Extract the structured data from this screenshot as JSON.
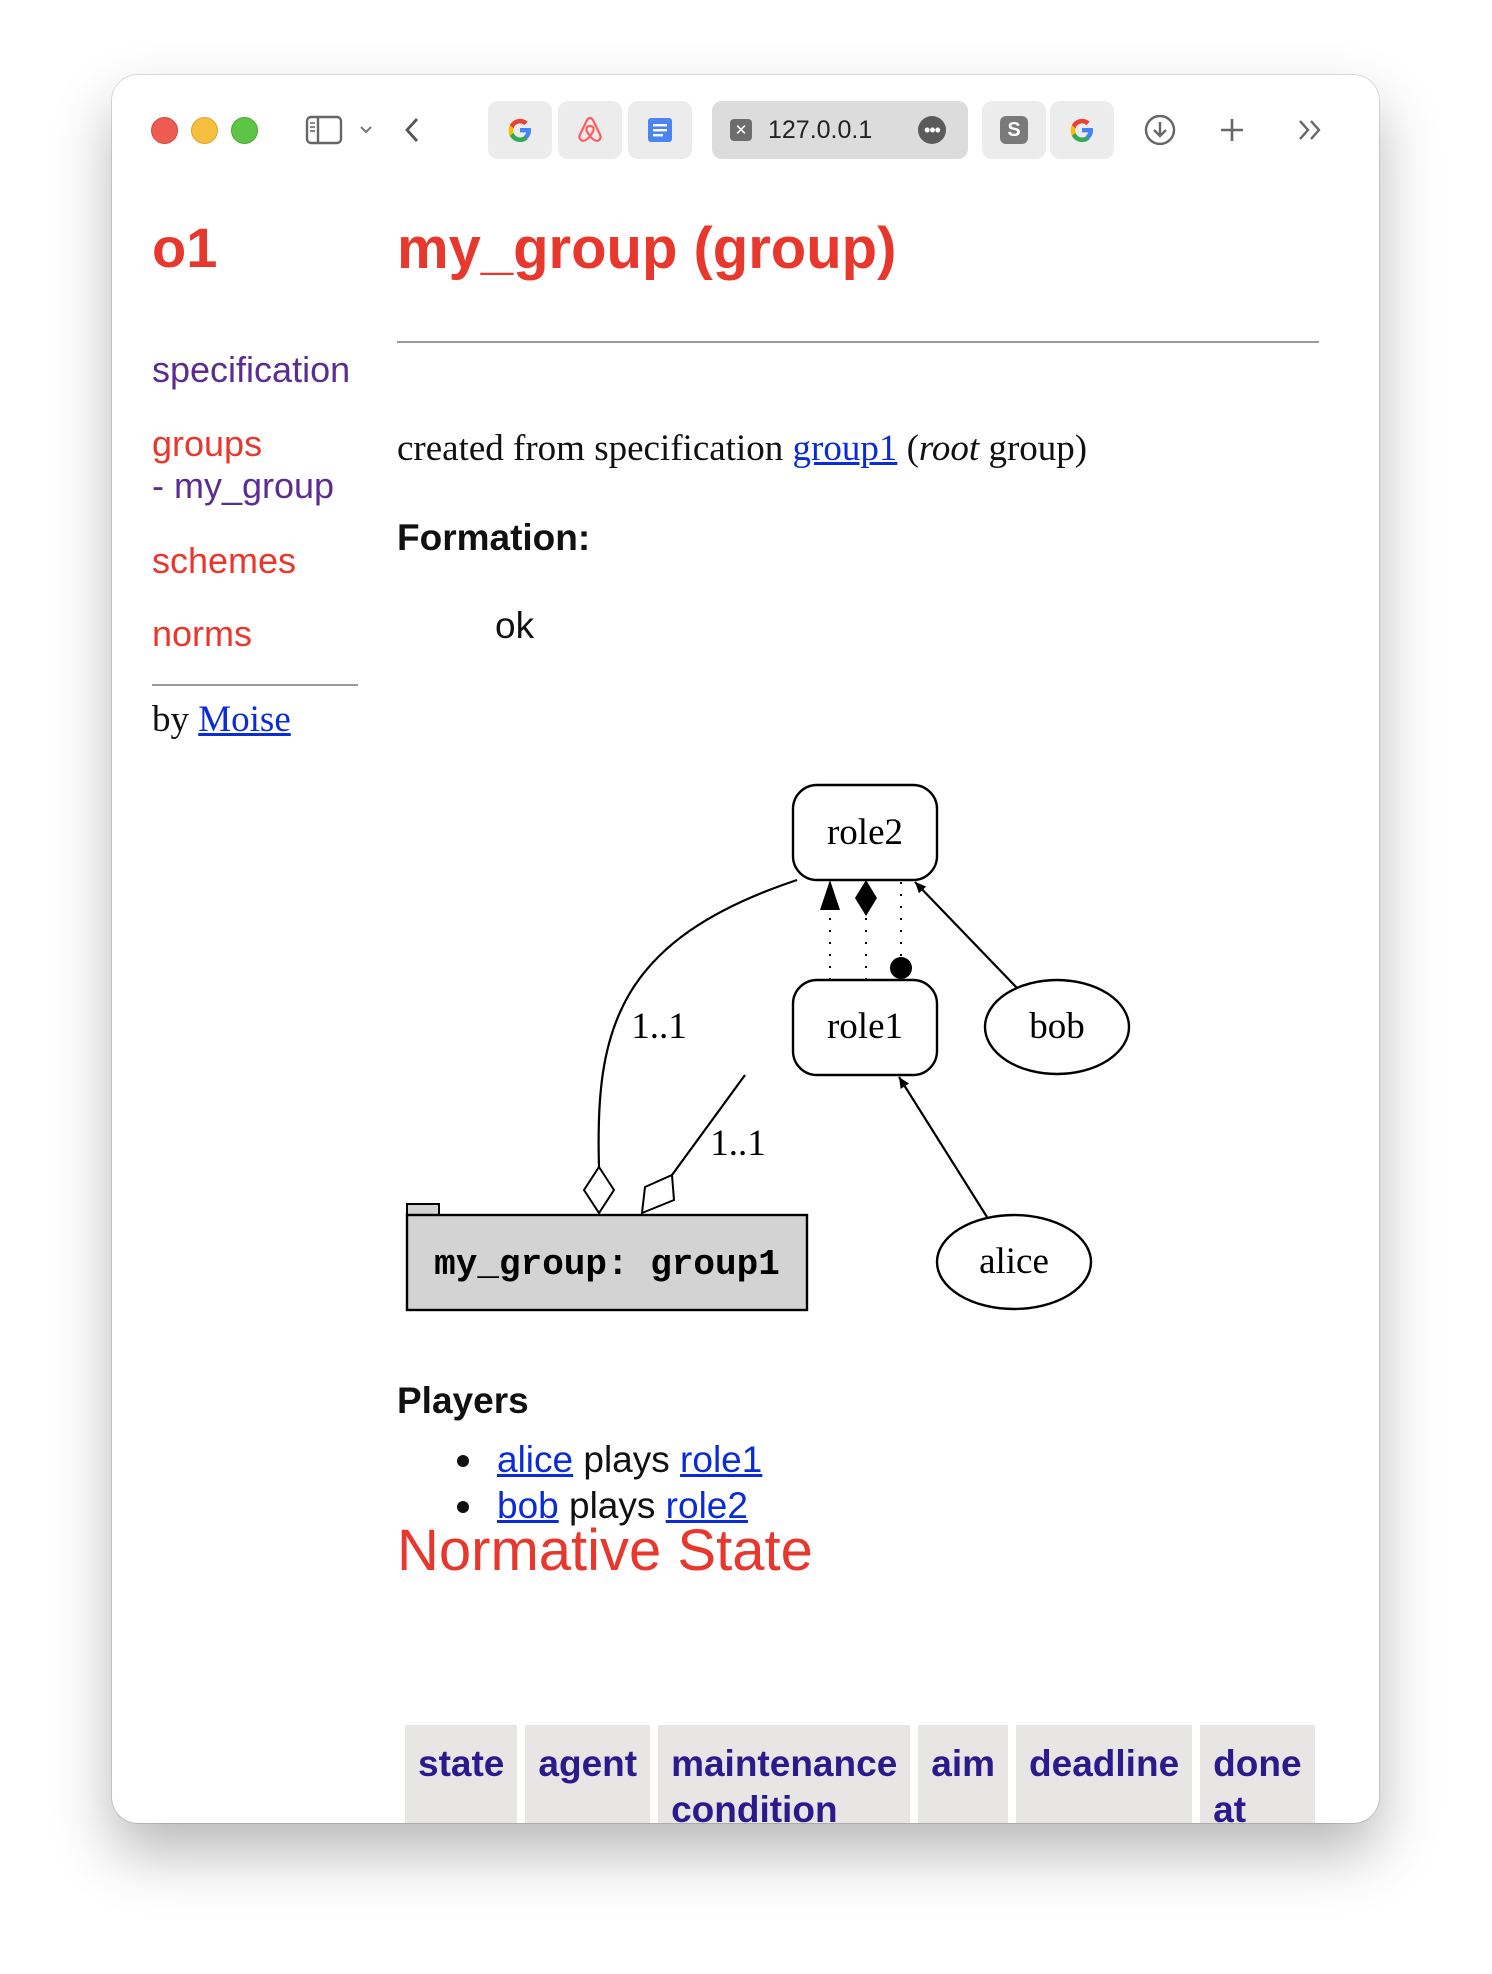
{
  "browser": {
    "tabs": [
      {
        "icon": "google-icon",
        "label": "G"
      },
      {
        "icon": "airbnb-icon",
        "label": ""
      },
      {
        "icon": "google-docs-icon",
        "label": ""
      },
      {
        "icon": "close-icon",
        "label": "127.0.0.1",
        "active": true
      },
      {
        "icon": "s-icon",
        "label": "S"
      },
      {
        "icon": "google-icon",
        "label": "G"
      }
    ],
    "url": "127.0.0.1",
    "more_label": "•••",
    "tab_s_label": "S",
    "tab_g_label": "G"
  },
  "sidebar": {
    "logo": "o1",
    "specification": "specification",
    "groups": "groups",
    "group_item": "- my_group",
    "schemes": "schemes",
    "norms": "norms",
    "by": "by ",
    "moise": "Moise"
  },
  "main": {
    "title": "my_group (group)",
    "created_prefix": "created from specification ",
    "spec_link": "group1",
    "created_paren_open": " (",
    "created_root": "root",
    "created_suffix": " group)",
    "formation_label": "Formation:",
    "formation_status": "ok",
    "players_label": "Players",
    "players": [
      {
        "agent": "alice",
        "verb": " plays ",
        "role": "role1"
      },
      {
        "agent": "bob",
        "verb": " plays ",
        "role": "role2"
      }
    ],
    "normative_title": "Normative State",
    "norm_columns": [
      "state",
      "agent",
      "maintenance condition",
      "aim",
      "deadline",
      "done at"
    ]
  },
  "diagram": {
    "nodes": {
      "role2": "role2",
      "role1": "role1",
      "bob": "bob",
      "alice": "alice",
      "group": "my_group: group1"
    },
    "edge_labels": {
      "role2_cardinality": "1..1",
      "role1_cardinality": "1..1"
    },
    "group_fill": "#d3d3d3"
  },
  "colors": {
    "accent_red": "#e8372c",
    "visited_purple": "#5b2d91",
    "link_blue": "#0a2bd8",
    "table_header_bg": "#e8e6e4",
    "table_header_text": "#2a1a8c"
  }
}
